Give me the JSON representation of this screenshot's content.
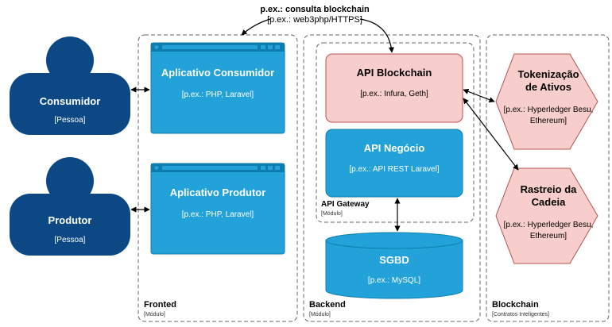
{
  "diagram": {
    "top_label": {
      "title": "p.ex.: consulta blockchain",
      "tech": "[p.ex.: web3php/HTTPS]"
    },
    "people": [
      {
        "id": "consumidor",
        "name": "Consumidor",
        "type": "[Pessoa]"
      },
      {
        "id": "produtor",
        "name": "Produtor",
        "type": "[Pessoa]"
      }
    ],
    "apps": [
      {
        "id": "app-consumidor",
        "name": "Aplicativo Consumidor",
        "tech": "[p.ex.: PHP, Laravel]"
      },
      {
        "id": "app-produtor",
        "name": "Aplicativo Produtor",
        "tech": "[p.ex.: PHP, Laravel]"
      }
    ],
    "api_blockchain": {
      "name": "API Blockchain",
      "tech": "[p.ex.: Infura, Geth]"
    },
    "api_negocio": {
      "name": "API Negócio",
      "tech": "[p.ex.: API REST Laravel]"
    },
    "api_gateway": {
      "name": "API Gateway",
      "type": "[Módulo]"
    },
    "sgbd": {
      "name": "SGBD",
      "tech": "[p.ex.: MySQL]"
    },
    "contracts": [
      {
        "id": "tokenizacao",
        "name_line1": "Tokenização",
        "name_line2": "de Ativos",
        "tech_line1": "[p.ex.: Hyperledger Besu,",
        "tech_line2": "Ethereum]"
      },
      {
        "id": "rastreio",
        "name_line1": "Rastreio da",
        "name_line2": "Cadeia",
        "tech_line1": "[p.ex.: Hyperledger Besu,",
        "tech_line2": "Ethereum]"
      }
    ],
    "boundaries": [
      {
        "id": "fronted",
        "name": "Fronted",
        "type": "[Módulo]"
      },
      {
        "id": "backend",
        "name": "Backend",
        "type": "[Módulo]"
      },
      {
        "id": "blockchain",
        "name": "Blockchain",
        "type": "[Contratos Inteligentes]"
      }
    ],
    "colors": {
      "person": "#0b4884",
      "app": "#23a2d9",
      "app_dark": "#0e7dad",
      "blockchain_fill": "#f8cecc",
      "blockchain_stroke": "#b85450",
      "boundary": "#666666"
    }
  }
}
